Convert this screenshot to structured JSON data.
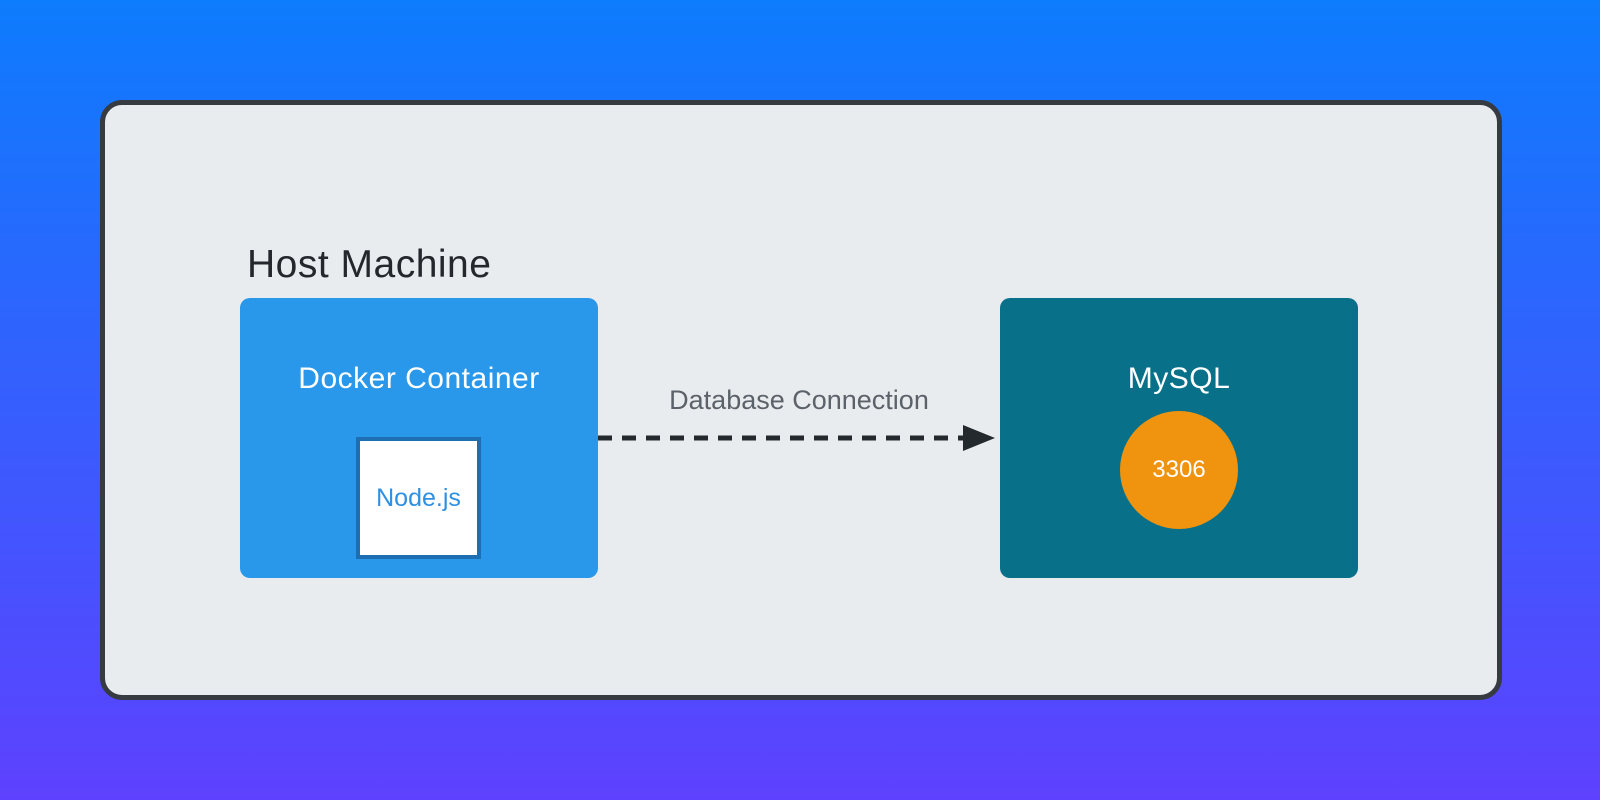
{
  "canvas": {
    "background_gradient_top": "#0d7cfd",
    "background_gradient_bottom": "#5e41fe"
  },
  "host": {
    "title": "Host Machine",
    "bg": "#e9ecef",
    "border_color": "#353b41",
    "title_color": "#24282d"
  },
  "docker_container": {
    "title": "Docker Container",
    "bg": "#2997ea",
    "node_app": {
      "label": "Node.js",
      "bg": "#ffffff",
      "border_color": "#1e6fb2",
      "text_color": "#2e90e2"
    }
  },
  "connection": {
    "label": "Database Connection",
    "label_color": "#5b6269",
    "line_color": "#24292e",
    "style": "dashed-arrow-right"
  },
  "mysql": {
    "title": "MySQL",
    "bg": "#087189",
    "port": {
      "value": "3306",
      "circle_color": "#f0930f",
      "text_color": "#ffffff"
    }
  }
}
